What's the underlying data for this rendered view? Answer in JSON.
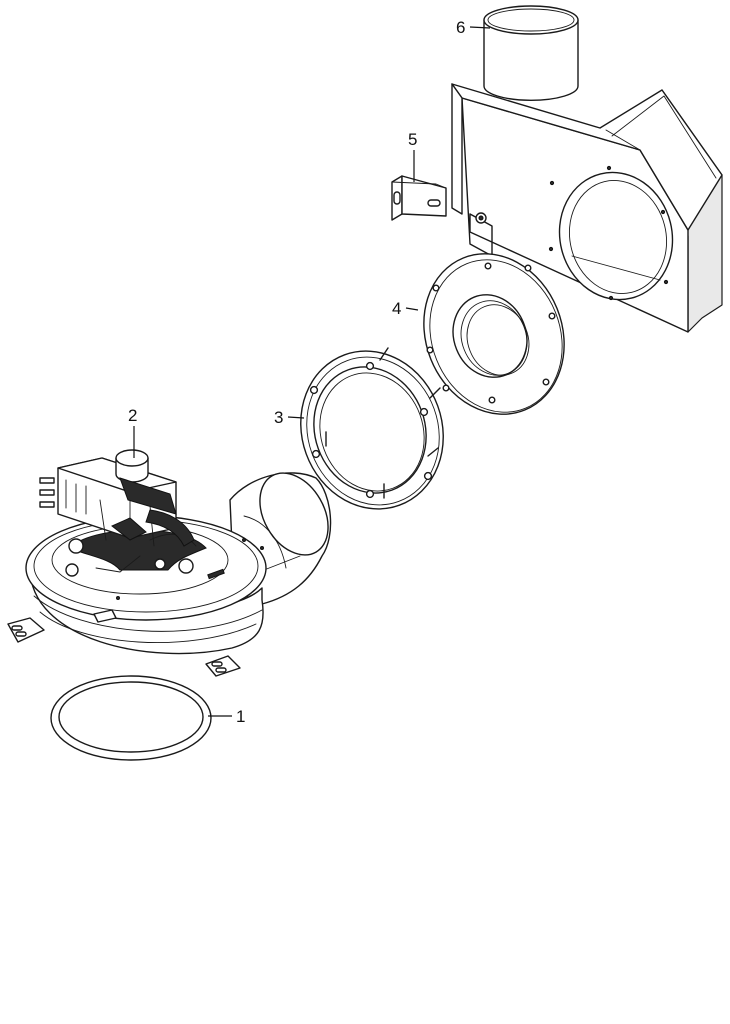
{
  "callouts": {
    "c1": "1",
    "c2": "2",
    "c3": "3",
    "c4": "4",
    "c5": "5",
    "c6": "6"
  },
  "parts": {
    "gasket_ring": "gasket-ring",
    "motor": "motor",
    "blower_mount_plate": "blower-mount-plate",
    "adapter_flange": "adapter-flange",
    "bracket": "bracket",
    "blower_housing": "blower-housing"
  },
  "colors": {
    "line": "#1a1a1a",
    "background": "#ffffff",
    "shade": "#e9e9e9"
  }
}
